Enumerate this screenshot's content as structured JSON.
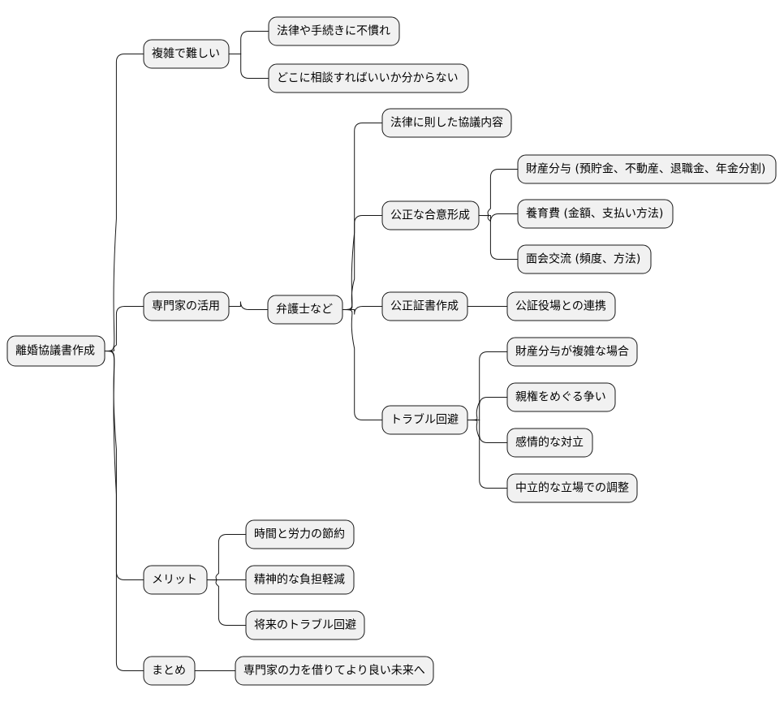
{
  "mindmap": {
    "root": "離婚協議書作成",
    "branches": {
      "complex": {
        "label": "複雑で難しい",
        "children": [
          "法律や手続きに不慣れ",
          "どこに相談すればいいか分からない"
        ]
      },
      "expert": {
        "label": "専門家の活用",
        "lawyer": {
          "label": "弁護士など",
          "legal": "法律に則した協議内容",
          "fair": {
            "label": "公正な合意形成",
            "children": [
              "財産分与 (預貯金、不動産、退職金、年金分割)",
              "養育費 (金額、支払い方法)",
              "面会交流 (頻度、方法)"
            ]
          },
          "notary": {
            "label": "公正証書作成",
            "children": [
              "公証役場との連携"
            ]
          },
          "trouble": {
            "label": "トラブル回避",
            "children": [
              "財産分与が複雑な場合",
              "親権をめぐる争い",
              "感情的な対立",
              "中立的な立場での調整"
            ]
          }
        }
      },
      "merit": {
        "label": "メリット",
        "children": [
          "時間と労力の節約",
          "精神的な負担軽減",
          "将来のトラブル回避"
        ]
      },
      "summary": {
        "label": "まとめ",
        "children": [
          "専門家の力を借りてより良い未来へ"
        ]
      }
    }
  }
}
